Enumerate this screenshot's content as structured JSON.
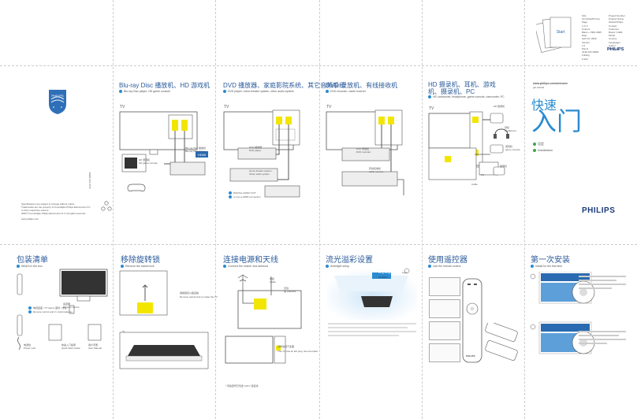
{
  "spine": {
    "small_text_1": "Specifications are subject to change without notice.",
    "small_text_2": "Trademarks are the property of Koninklijke Philips Electronics N.V.",
    "small_text_3": "or their respective owners.",
    "small_text_4": "2009 © Koninklijke Philips Electronics N.V. All rights reserved.",
    "url": "www.philips.com",
    "code": "3139 125 40081"
  },
  "top_right_meta": {
    "col1": [
      "Size",
      "A3 (420x297mm)",
      "Page",
      "1 of 2",
      "Colours",
      "Black + PMS 2995",
      "Date",
      "April 15, 2009",
      "Version",
      "1.0",
      "Part #",
      "3139 125 40081",
      "Folding",
      "Z-fold"
    ],
    "col2": [
      "Project Number",
      "Product Name",
      "Global Philips",
      "Contact",
      "Customer",
      "Brand / OEM",
      "Model",
      "Country",
      "Languages",
      "Author",
      "Comment"
    ]
  },
  "panels_top": [
    {
      "title": "Blu-ray Disc 播放机、HD 游戏机",
      "subtitle": "Blu-ray Disc player, HD game console",
      "tv": "TV",
      "labels": [
        "HD 游戏机",
        "HD game console",
        "Blu-ray Disc 播放机",
        "Blu-ray Disc player"
      ]
    },
    {
      "title": "DVD 播放器、家庭影院系统、其它音频系统",
      "subtitle": "DVD player, home theatre system, other audio system",
      "tv": "TV",
      "labels": [
        "DVD 播放器",
        "DVD player",
        "Home theatre system",
        "Other audio system",
        "DIGITAL AUDIO OUT",
        "or use a HDMI connection"
      ]
    },
    {
      "title": "DVD 录放机、有线接收机",
      "subtitle": "DVD recorder, cable receiver",
      "tv": "TV",
      "labels": [
        "DVD 录放机",
        "DVD recorder",
        "有线接收机",
        "cable receiver"
      ]
    },
    {
      "title": "HD 摄录机、耳机、游戏机、摄录机、PC",
      "subtitle": "HD camcorder, headphone, game console, camcorder, PC",
      "tv": "TV",
      "labels": [
        "HD 摄录机",
        "耳机",
        "headphone",
        "游戏机",
        "game console",
        "摄录机",
        "PC",
        "Cable"
      ]
    }
  ],
  "cover": {
    "url": "www.philips.com/welcome",
    "url2": "get started",
    "title_1": "快速",
    "title_2": "入门",
    "menu_1": "设定",
    "menu_2": "Installation",
    "brand": "PHILIPS"
  },
  "panels_bottom": [
    {
      "title": "包装清单",
      "subtitle": "What's in the box",
      "labels": [
        "遥控器",
        "Remote control",
        "电视底座 / TV stand, 座椅 / 支架",
        "Remote control and 2 x AAA batteries",
        "电源线",
        "Power cord",
        "快速入门指南",
        "Quick Start Guide",
        "用户手册",
        "User Manual"
      ]
    },
    {
      "title": "移除旋转锁",
      "subtitle": "Remove the swivel lock",
      "steps": [
        "1",
        "2"
      ],
      "labels": [
        "保留锁定以备运输",
        "Remove swivel lock to rotate the TV"
      ]
    },
    {
      "title": "连接电源和天线",
      "subtitle": "Connect the mains* and antenna",
      "labels": [
        "电缆",
        "Cable",
        "天线",
        "或 Antenna",
        "同样适用于此图",
        "This TV has an EU plug. See the label.",
        "* 有些型号已包含 CATV 连接线"
      ]
    },
    {
      "title": "流光溢彩设置",
      "subtitle": "Ambilight setup",
      "labels": [
        "10 至 20 厘米",
        "10-20cm",
        "Light"
      ]
    },
    {
      "title": "使用遥控器",
      "subtitle": "Use the remote control",
      "brand": "PHILIPS"
    },
    {
      "title": "第一次安装",
      "subtitle": "Install for the first time"
    }
  ]
}
